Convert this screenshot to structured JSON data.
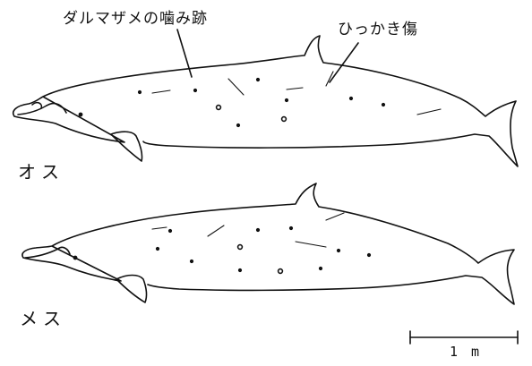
{
  "labels": {
    "bite_marks": "ダルマザメの噛み跡",
    "scratches": "ひっかき傷",
    "male": "オス",
    "female": "メス",
    "scale": "1 m"
  },
  "colors": {
    "ink": "#111111",
    "background": "#ffffff"
  }
}
